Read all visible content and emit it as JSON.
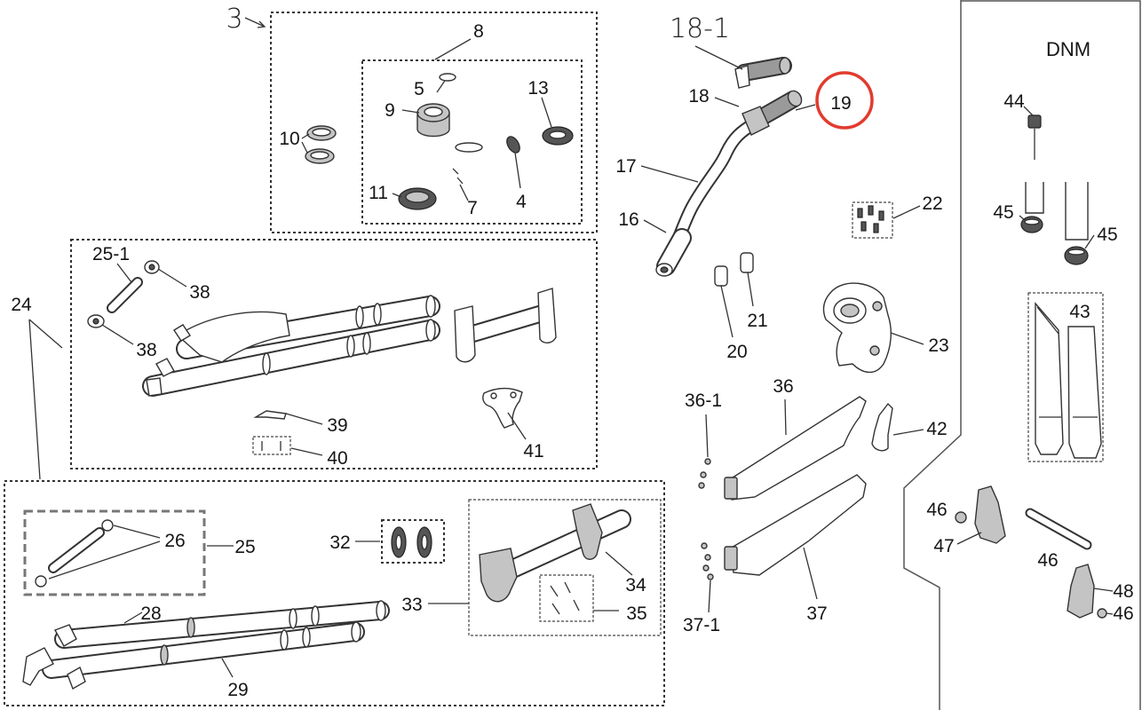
{
  "diagram": {
    "highlight_color": "#e23b2e"
  },
  "top_assembly": {
    "callouts": [
      "3",
      "8",
      "5",
      "9",
      "13",
      "10",
      "11",
      "7",
      "4"
    ]
  },
  "handlebar": {
    "callouts": [
      "18-1",
      "18",
      "19",
      "17",
      "16",
      "22",
      "20",
      "21",
      "23"
    ]
  },
  "upper_fork": {
    "callouts": [
      "24",
      "25-1",
      "38",
      "38",
      "39",
      "40",
      "41"
    ]
  },
  "fork_guards": {
    "callouts": [
      "36-1",
      "36",
      "42",
      "37-1",
      "37"
    ]
  },
  "lower_fork": {
    "callouts": [
      "25",
      "26",
      "32",
      "33",
      "34",
      "35",
      "28",
      "29"
    ]
  },
  "dnm_panel": {
    "title": "DNM",
    "callouts": [
      "44",
      "45",
      "45",
      "43",
      "46",
      "47",
      "46",
      "48",
      "46"
    ]
  }
}
